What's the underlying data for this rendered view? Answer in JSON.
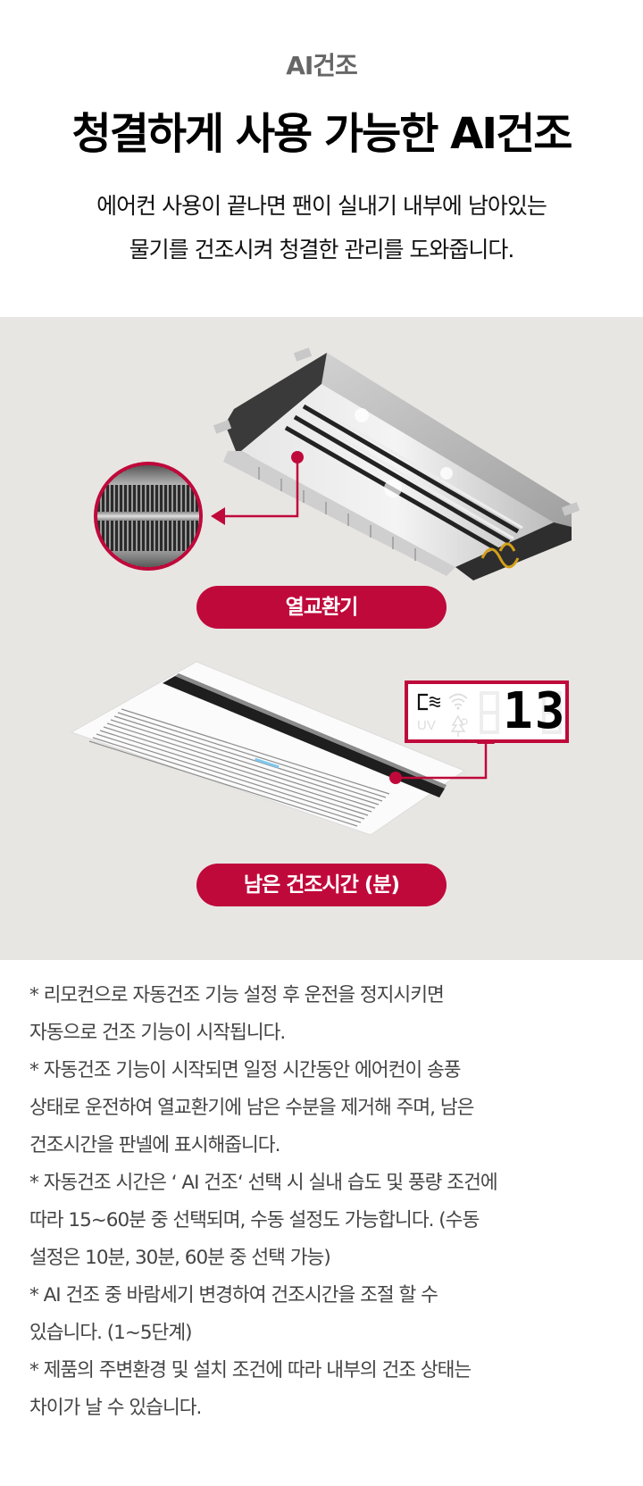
{
  "header": {
    "eyebrow": "AI건조",
    "headline": "청결하게 사용 가능한 AI건조",
    "description_lines": [
      "에어컨 사용이 끝나면 팬이 실내기 내부에 남아있는",
      "물기를 건조시켜 청결한 관리를 도와줍니다."
    ]
  },
  "visual": {
    "background_color": "#e8e6e3",
    "accent_color": "#c0093b",
    "heat_exchanger": {
      "label": "열교환기",
      "icon": "magnifier-heat-exchanger-fins"
    },
    "drying_time": {
      "label": "남은 건조시간 (분)",
      "display": {
        "value": "13",
        "indicators": [
          "fan-dry-icon",
          "wifi-icon",
          "UV",
          "tree-icon"
        ],
        "uv_label": "UV"
      }
    }
  },
  "notes": [
    "* 리모컨으로 자동건조 기능 설정 후 운전을 정지시키면",
    "자동으로 건조 기능이 시작됩니다.",
    "* 자동건조 기능이 시작되면 일정 시간동안 에어컨이 송풍",
    "상태로 운전하여 열교환기에 남은 수분을 제거해 주며, 남은",
    "건조시간을 판넬에 표시해줍니다.",
    "* 자동건조 시간은 ‘ AI 건조‘ 선택 시 실내 습도 및 풍량 조건에",
    "따라 15~60분 중 선택되며, 수동 설정도 가능합니다. (수동",
    "설정은 10분, 30분, 60분 중 선택 가능)",
    "* AI 건조 중 바람세기 변경하여 건조시간을 조절 할 수",
    "있습니다. (1~5단계)",
    "* 제품의 주변환경 및 설치 조건에 따라 내부의 건조 상태는",
    "차이가 날 수 있습니다."
  ]
}
